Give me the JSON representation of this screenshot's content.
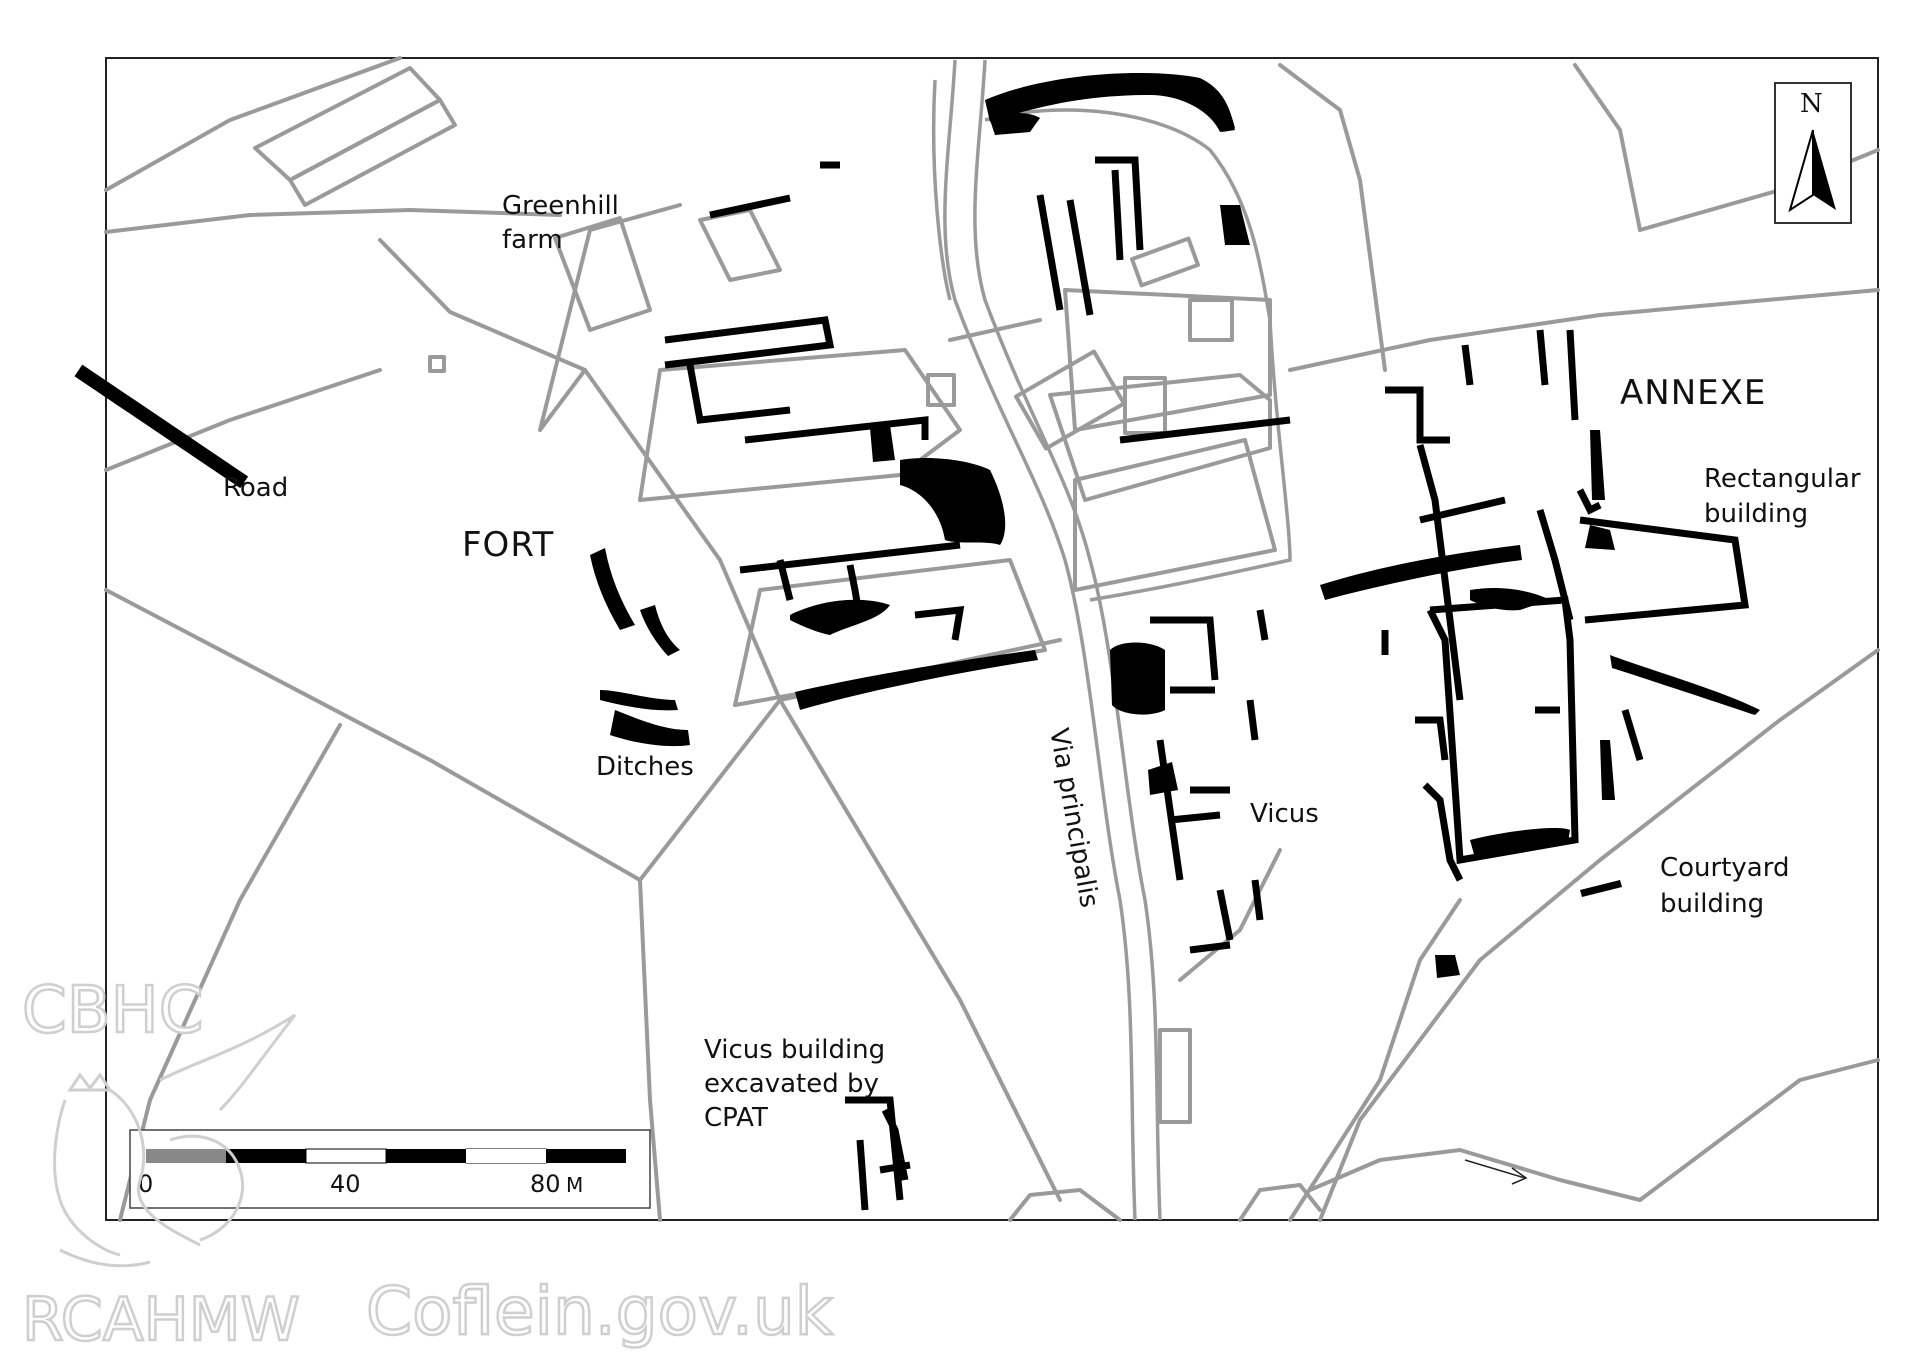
{
  "labels": {
    "greenhill": [
      "Greenhill",
      "farm"
    ],
    "road": "Road",
    "fort": "FORT",
    "ditches": "Ditches",
    "annexe": "ANNEXE",
    "rectangular": [
      "Rectangular",
      "building"
    ],
    "via": "Via principalis",
    "vicus": "Vicus",
    "courtyard": [
      "Courtyard",
      "building"
    ],
    "vicus_building": [
      "Vicus building",
      "excavated by",
      "CPAT"
    ]
  },
  "north_arrow": {
    "letter": "N"
  },
  "scale_bar": {
    "ticks": [
      "0",
      "40",
      "80"
    ],
    "unit": "M"
  },
  "watermark": {
    "top": "CBHC",
    "bottom_left": "RCAHMW",
    "bottom_right": "Coflein.gov.uk"
  },
  "colors": {
    "feature": "#000000",
    "field_line": "#9a9a9a",
    "watermark_outline": "#cfcfcf"
  }
}
